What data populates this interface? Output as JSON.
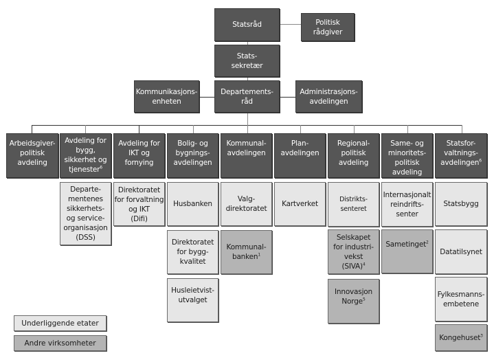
{
  "top": {
    "statsrad": "Statsråd",
    "politisk_radgiver": "Politisk\nrådgiver",
    "statssekretaer": "Stats-\nsekretær",
    "departementsrad": "Departements-\nråd",
    "kommunikasjonsenheten": "Kommunikasjons-\nenheten",
    "administrasjonsavdelingen": "Administrasjons-\navdelingen"
  },
  "departments": [
    {
      "label": "Arbeidsgiver-\npolitisk\navdeling",
      "sup": ""
    },
    {
      "label": "Avdeling for\nbygg,\nsikkerhet og\ntjenester",
      "sup": "6"
    },
    {
      "label": "Avdeling for\nIKT og\nfornying",
      "sup": ""
    },
    {
      "label": "Bolig- og\nbygnings-\navdelingen",
      "sup": ""
    },
    {
      "label": "Kommunal-\navdelingen",
      "sup": ""
    },
    {
      "label": "Plan-\navdelingen",
      "sup": ""
    },
    {
      "label": "Regional-\npolitisk\navdeling",
      "sup": ""
    },
    {
      "label": "Same- og\nminoritets-\npolitisk\navdeling",
      "sup": ""
    },
    {
      "label": "Statsfor-\nvaltnings-\navdelingen",
      "sup": "6"
    }
  ],
  "agencies": {
    "dss": {
      "label": "Departe-\nmentenes\nsikkerhets-\nog service-\norganisasjon\n(DSS)",
      "type": "underliggende"
    },
    "difi": {
      "label": "Direktoratet\nfor forvaltning\nog IKT\n(Difi)",
      "type": "underliggende"
    },
    "husbanken": {
      "label": "Husbanken",
      "type": "underliggende"
    },
    "dibk": {
      "label": "Direktoratet\nfor bygg-\nkvalitet",
      "type": "underliggende"
    },
    "husleietvist": {
      "label": "Husleietvist-\nutvalget",
      "type": "underliggende"
    },
    "valgdirektoratet": {
      "label": "Valg-\ndirektoratet",
      "type": "underliggende"
    },
    "kommunalbanken": {
      "label": "Kommunal-\nbanken",
      "sup": "1",
      "type": "andre"
    },
    "kartverket": {
      "label": "Kartverket",
      "type": "underliggende"
    },
    "distriktssenteret": {
      "label": "Distrikts-\nsenteret",
      "type": "underliggende"
    },
    "siva": {
      "label": "Selskapet\nfor industri-\nvekst\n(SIVA)",
      "sup": "4",
      "type": "andre"
    },
    "innovasjon_norge": {
      "label": "Innovasjon\nNorge",
      "sup": "5",
      "type": "andre"
    },
    "reindrift": {
      "label": "Internasjonalt\nreindrifts-\nsenter",
      "type": "underliggende"
    },
    "sametinget": {
      "label": "Sametinget",
      "sup": "2",
      "type": "andre"
    },
    "statsbygg": {
      "label": "Statsbygg",
      "type": "underliggende"
    },
    "datatilsynet": {
      "label": "Datatilsynet",
      "type": "underliggende"
    },
    "fylkesmann": {
      "label": "Fylkesmanns-\nembetene",
      "type": "underliggende"
    },
    "kongehuset": {
      "label": "Kongehuset",
      "sup": "3",
      "type": "andre"
    }
  },
  "legend": {
    "underliggende": "Underliggende etater",
    "andre": "Andre virksomheter"
  },
  "colors": {
    "leadership": "#565656",
    "underliggende": "#e6e6e6",
    "andre": "#b4b4b4"
  }
}
